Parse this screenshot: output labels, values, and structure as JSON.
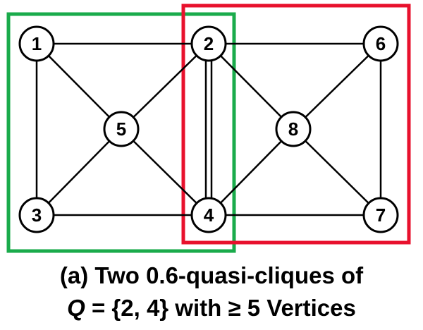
{
  "diagram": {
    "nodes": [
      {
        "id": "1",
        "label": "1"
      },
      {
        "id": "2",
        "label": "2"
      },
      {
        "id": "3",
        "label": "3"
      },
      {
        "id": "4",
        "label": "4"
      },
      {
        "id": "5",
        "label": "5"
      },
      {
        "id": "6",
        "label": "6"
      },
      {
        "id": "7",
        "label": "7"
      },
      {
        "id": "8",
        "label": "8"
      }
    ],
    "edges": [
      [
        "1",
        "2"
      ],
      [
        "1",
        "5"
      ],
      [
        "1",
        "3"
      ],
      [
        "2",
        "5"
      ],
      [
        "2",
        "4"
      ],
      [
        "2",
        "6"
      ],
      [
        "2",
        "8"
      ],
      [
        "3",
        "5"
      ],
      [
        "3",
        "4"
      ],
      [
        "4",
        "5"
      ],
      [
        "4",
        "8"
      ],
      [
        "4",
        "7"
      ],
      [
        "6",
        "8"
      ],
      [
        "6",
        "7"
      ],
      [
        "7",
        "8"
      ]
    ],
    "groups": [
      {
        "name": "green-group",
        "color": "#1aab4b",
        "members": [
          "1",
          "2",
          "3",
          "4",
          "5"
        ]
      },
      {
        "name": "red-group",
        "color": "#e8112d",
        "members": [
          "2",
          "4",
          "6",
          "7",
          "8"
        ]
      }
    ]
  },
  "caption": {
    "line1": "(a) Two 0.6-quasi-cliques of",
    "line2_var": "Q",
    "line2_rest": " = {2, 4} with ≥ 5 Vertices"
  }
}
